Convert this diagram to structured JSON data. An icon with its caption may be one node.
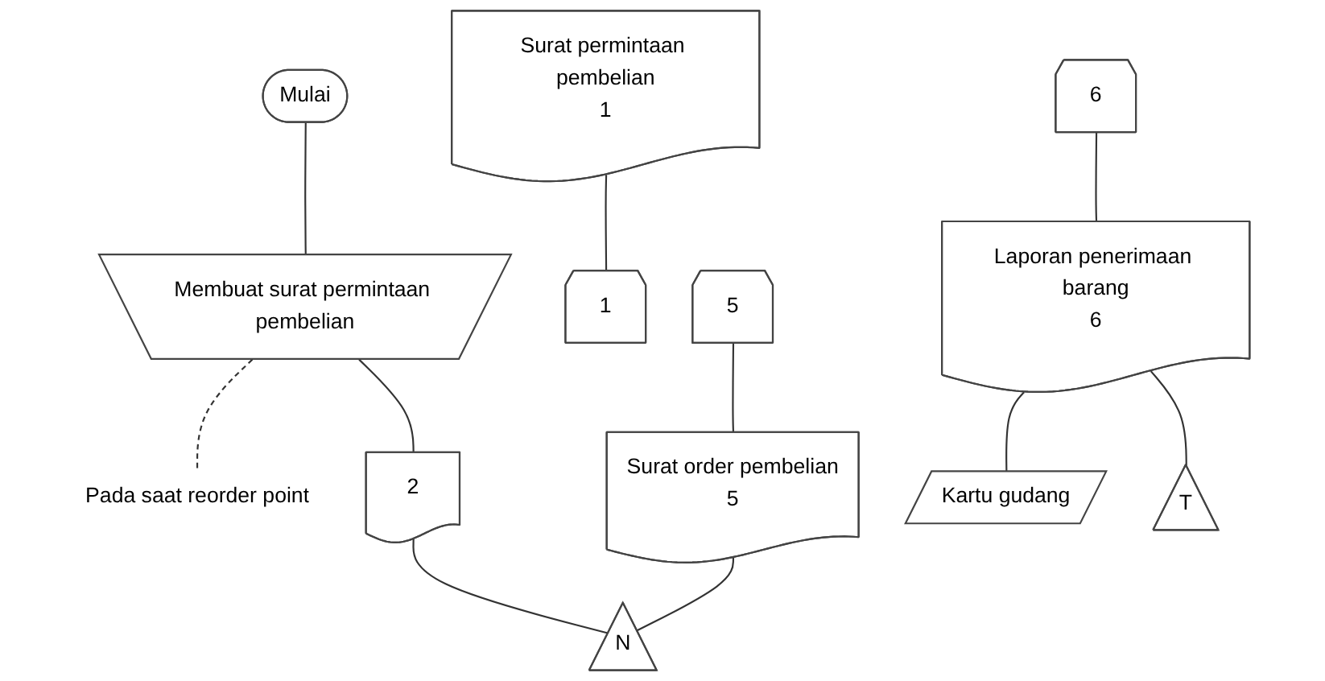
{
  "diagram": {
    "nodes": [
      {
        "text": [
          "Mulai"
        ]
      },
      {
        "text": [
          "Membuat surat permintaan pembelian"
        ]
      },
      {
        "text": [
          "Pada saat reorder point"
        ]
      },
      {
        "text": [
          "2"
        ]
      },
      {
        "text": [
          "Surat permintaan pembelian",
          "1"
        ]
      },
      {
        "text": [
          "1"
        ]
      },
      {
        "text": [
          "5"
        ]
      },
      {
        "text": [
          "Surat order pembelian",
          "5"
        ]
      },
      {
        "text": [
          "N"
        ]
      },
      {
        "text": [
          "6"
        ]
      },
      {
        "text": [
          "Laporan penerimaan barang",
          "6"
        ]
      },
      {
        "text": [
          "Kartu gudang"
        ]
      },
      {
        "text": [
          "T"
        ]
      }
    ],
    "edges": [
      {
        "from": 0,
        "to": 1,
        "arrow": "none"
      },
      {
        "from": 1,
        "to": 2,
        "arrow": "none",
        "style": "dashed"
      },
      {
        "from": 1,
        "to": 3,
        "arrow": "none"
      },
      {
        "from": 4,
        "to": 5,
        "arrow": "none"
      },
      {
        "from": 3,
        "to": 8,
        "arrow": "none"
      },
      {
        "from": 6,
        "to": 7,
        "arrow": "none"
      },
      {
        "from": 7,
        "to": 8,
        "arrow": "none"
      },
      {
        "from": 9,
        "to": 10,
        "arrow": "none"
      },
      {
        "from": 10,
        "to": 11,
        "arrow": "none"
      },
      {
        "from": 10,
        "to": 12,
        "arrow": "none"
      }
    ]
  }
}
